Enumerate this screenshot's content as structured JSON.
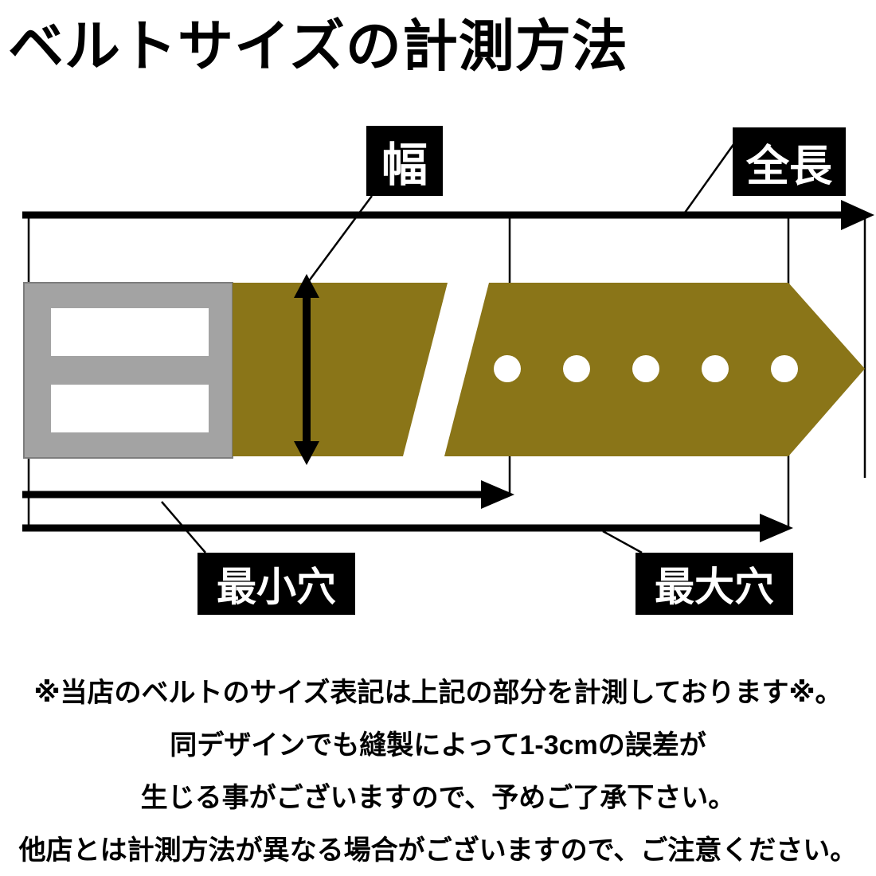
{
  "title": "ベルトサイズの計測方法",
  "labels": {
    "width": "幅",
    "total_length": "全長",
    "min_hole": "最小穴",
    "max_hole": "最大穴"
  },
  "notes": {
    "line1": "※当店のベルトのサイズ表記は上記の部分を計測しております※。",
    "line2": "同デザインでも縫製によって1-3cmの誤差が",
    "line3": "生じる事がございますので、予めご了承下さい。",
    "line4": "他店とは計測方法が異なる場合がございますので、ご注意ください。"
  },
  "colors": {
    "belt": "#8a7518",
    "buckle": "#a3a3a3",
    "buckle_inner": "#ffffff",
    "line": "#000000",
    "label_bg": "#000000",
    "label_text": "#ffffff"
  }
}
